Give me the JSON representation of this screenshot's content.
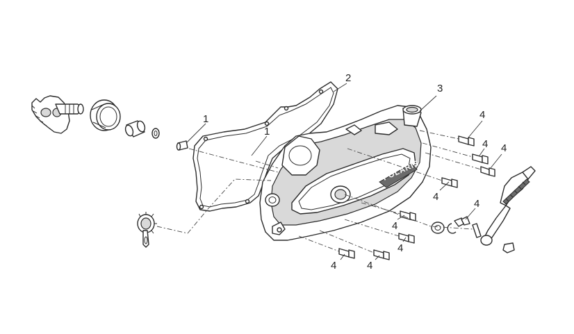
{
  "diagram": {
    "brand_text": "POLARIS",
    "callouts": [
      {
        "id": "c1a",
        "label": "1"
      },
      {
        "id": "c1b",
        "label": "1"
      },
      {
        "id": "c2",
        "label": "2"
      },
      {
        "id": "c3",
        "label": "3"
      },
      {
        "id": "c4a",
        "label": "4"
      },
      {
        "id": "c4b",
        "label": "4"
      },
      {
        "id": "c4c",
        "label": "4"
      },
      {
        "id": "c4d",
        "label": "4"
      },
      {
        "id": "c4e",
        "label": "4"
      },
      {
        "id": "c4f",
        "label": "4"
      },
      {
        "id": "c4g",
        "label": "4"
      },
      {
        "id": "c4h",
        "label": "4"
      },
      {
        "id": "c4i",
        "label": "4"
      }
    ]
  }
}
